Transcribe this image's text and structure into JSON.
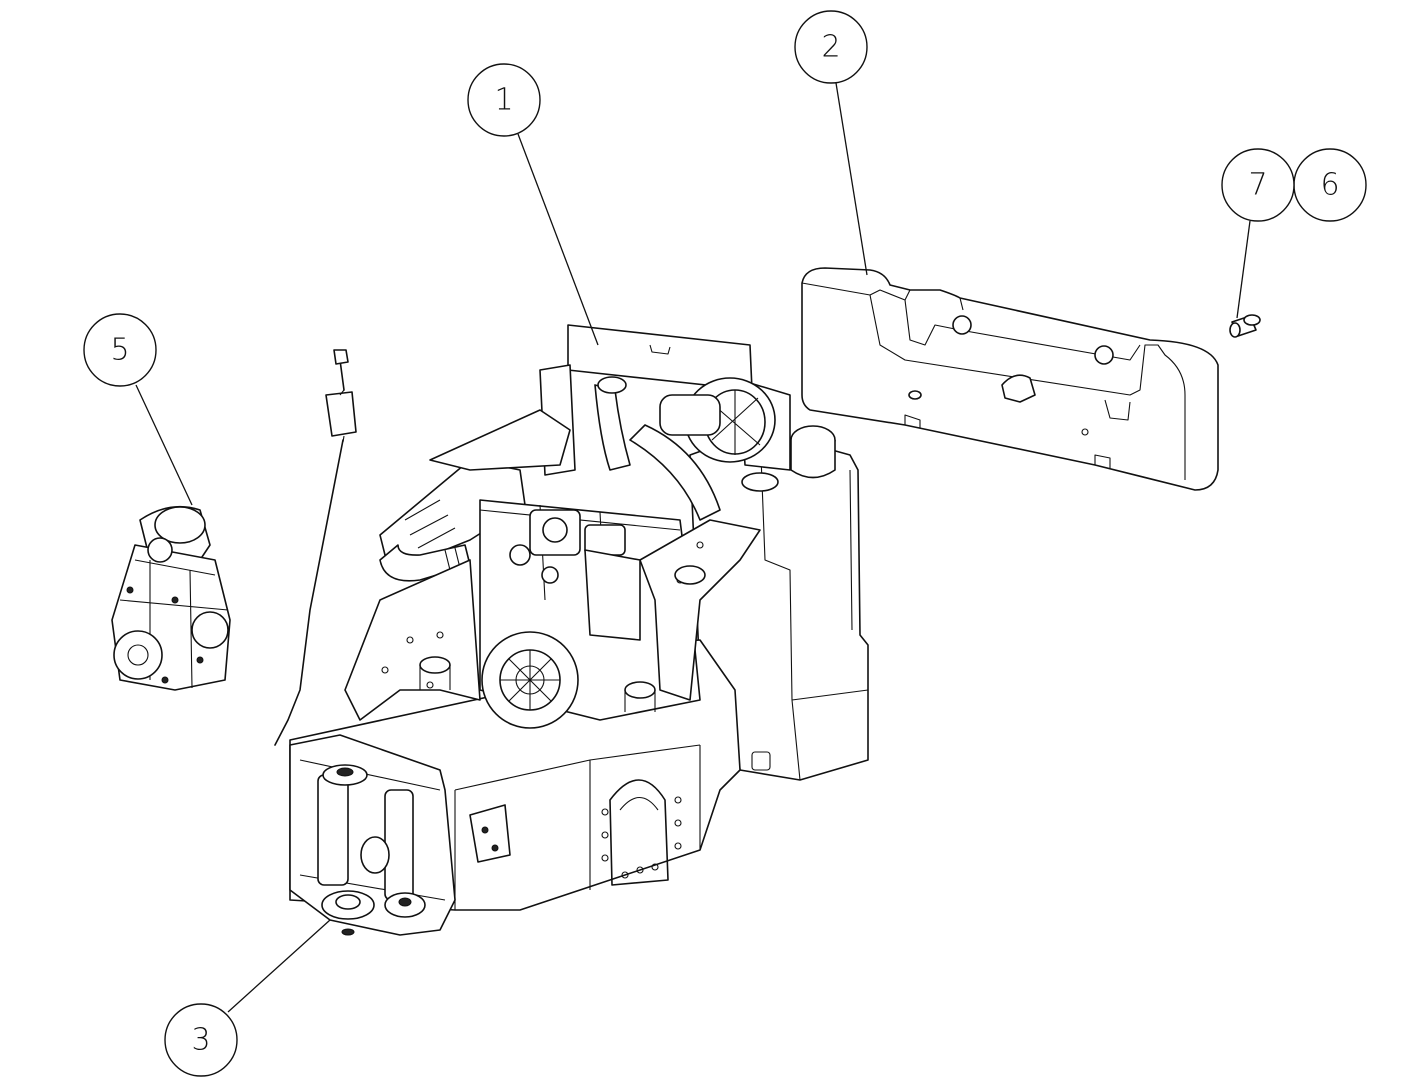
{
  "callouts": [
    {
      "id": "1",
      "label": "1"
    },
    {
      "id": "2",
      "label": "2"
    },
    {
      "id": "3",
      "label": "3"
    },
    {
      "id": "5",
      "label": "5"
    },
    {
      "id": "6",
      "label": "6"
    },
    {
      "id": "7",
      "label": "7"
    }
  ],
  "parts": [
    {
      "callout": "1",
      "icon": "engine-assembly-icon"
    },
    {
      "callout": "2",
      "icon": "counterweight-hood-icon"
    },
    {
      "callout": "3",
      "icon": "chassis-frame-icon"
    },
    {
      "callout": "5",
      "icon": "hydraulic-pump-icon"
    },
    {
      "callout": "6",
      "icon": "bolt-icon"
    },
    {
      "callout": "7",
      "icon": "washer-icon"
    }
  ],
  "colors": {
    "line": "#111111",
    "background": "#ffffff"
  }
}
